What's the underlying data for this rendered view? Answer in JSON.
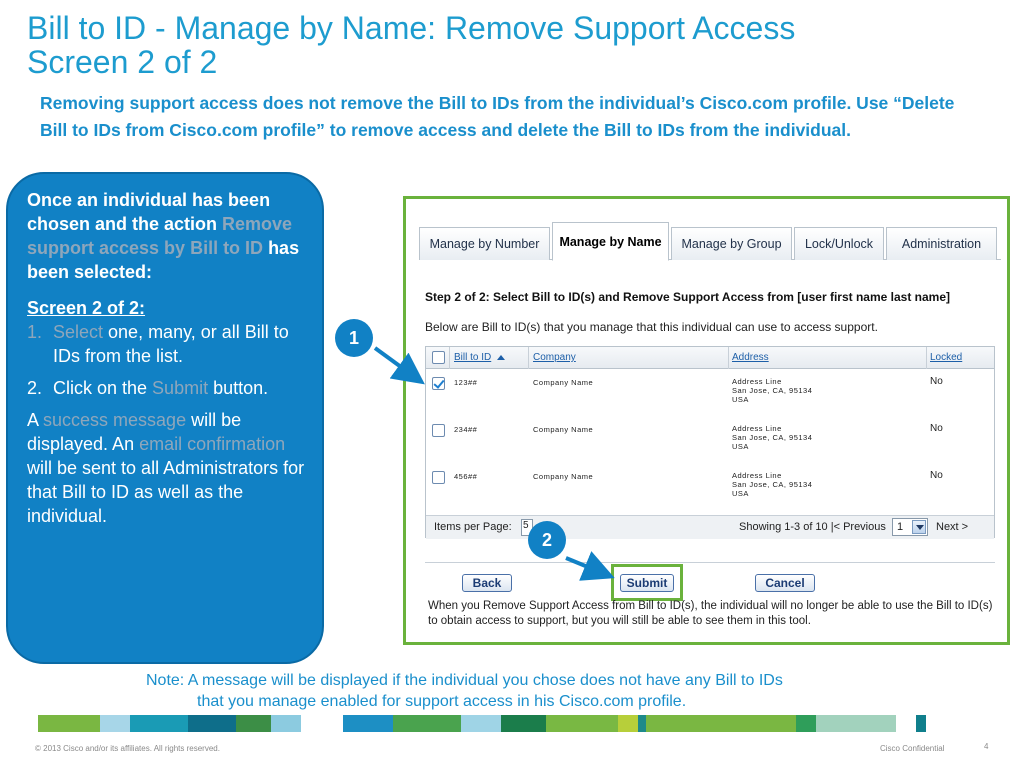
{
  "title": {
    "line1": "Bill to ID - Manage by Name: Remove Support Access",
    "line2": "Screen 2 of 2"
  },
  "subtitle": "Removing support access does not remove the Bill to IDs from the individual’s Cisco.com profile. Use “Delete Bill to IDs from Cisco.com profile” to remove access and delete the Bill to IDs from the individual.",
  "bubble": {
    "lead_1": "Once an individual has been chosen and the action ",
    "lead_highlight": "Remove support access by Bill to ID",
    "lead_2": " has been selected:",
    "screen_label": "Screen 2 of 2:",
    "step1_num": "1.",
    "step1_highlight": "Select",
    "step1_rest": " one, many, or all Bill to IDs from the list.",
    "step2_num": "2.",
    "step2_pre": "Click on the ",
    "step2_highlight": "Submit",
    "step2_post": " button.",
    "para_a": "A ",
    "para_success": "success message",
    "para_b": " will be displayed. An ",
    "para_email": "email confirmation",
    "para_c": " will be sent to all Administrators for that Bill to ID as well as the individual."
  },
  "screenshot": {
    "tabs": [
      {
        "label": "Manage by Number"
      },
      {
        "label": "Manage by Name"
      },
      {
        "label": "Manage by Group"
      },
      {
        "label": "Lock/Unlock"
      },
      {
        "label": "Administration"
      }
    ],
    "active_tab": "Manage by Name",
    "step_title": "Step 2 of 2: Select Bill to ID(s) and Remove Support Access from [user first name last name]",
    "step_desc": "Below are Bill to ID(s) that you manage that this individual can use to access support.",
    "columns": [
      "Bill to ID",
      "Company",
      "Address",
      "Locked"
    ],
    "rows": [
      {
        "checked": true,
        "bill_to_id": "123##",
        "company": "Company Name",
        "address": "Address Line\nSan Jose, CA, 95134\nUSA",
        "locked": "No"
      },
      {
        "checked": false,
        "bill_to_id": "234##",
        "company": "Company Name",
        "address": "Address Line\nSan Jose, CA, 95134\nUSA",
        "locked": "No"
      },
      {
        "checked": false,
        "bill_to_id": "456##",
        "company": "Company Name",
        "address": "Address Line\nSan Jose, CA, 95134\nUSA",
        "locked": "No"
      }
    ],
    "pager": {
      "items_per_page_label": "Items per Page:",
      "items_per_page_value": "5",
      "showing": "Showing 1-3 of 10  |< Previous",
      "page_value": "1",
      "next": "Next >"
    },
    "buttons": {
      "back": "Back",
      "submit": "Submit",
      "cancel": "Cancel"
    },
    "footnote": "When you Remove Support Access from Bill to ID(s), the individual will no longer be able to use the Bill to ID(s) to obtain access to support, but you will still be able to see them in this tool."
  },
  "callouts": {
    "one": "1",
    "two": "2"
  },
  "note": {
    "line1": "Note: A message will be displayed if the individual you chose does not have any Bill to IDs",
    "line2": "that you manage enabled for support access in his Cisco.com profile."
  },
  "footer": {
    "copyright": "© 2013 Cisco and/or its affiliates. All rights reserved.",
    "confidential": "Cisco Confidential",
    "page": "4"
  },
  "colors": {
    "title": "#1d9ccf",
    "bubble": "#1181c5",
    "highlight_text": "#8ea6bb",
    "frame_green": "#6ab23c"
  }
}
